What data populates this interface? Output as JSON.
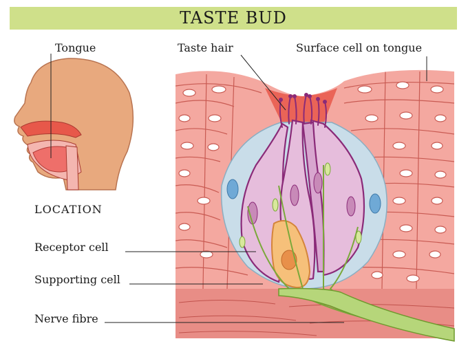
{
  "title": "TASTE BUD",
  "labels": {
    "tongue": "Tongue",
    "location": "LOCATION",
    "taste_hair": "Taste hair",
    "surface_cell": "Surface cell on tongue",
    "receptor_cell": "Receptor cell",
    "supporting_cell": "Supporting cell",
    "nerve_fibre": "Nerve fibre"
  },
  "colors": {
    "banner": "#cfe08a",
    "skin": "#e8a97e",
    "epithelium": "#f4a8a0",
    "cell_outline": "#c85a52",
    "bud_capsule": "#c9dde9",
    "receptor": "#e6bddc",
    "receptor_outline": "#8a2a78",
    "supporting": "#f6c07a",
    "nerve": "#9bc75a",
    "tissue": "#e88d86"
  }
}
